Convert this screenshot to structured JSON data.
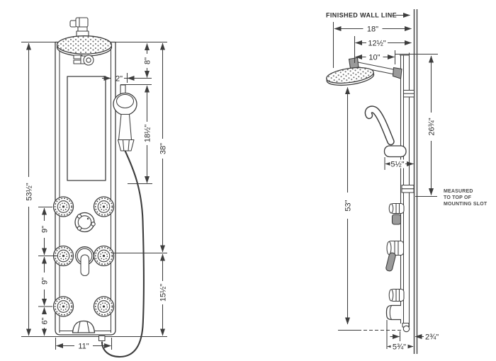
{
  "colors": {
    "line": "#3d3d3d",
    "text": "#2b2b2b",
    "shade": "#9a9a9a",
    "background": "#ffffff"
  },
  "front_view": {
    "dims": {
      "overall_height": "53½\"",
      "jet_gap_upper": "9\"",
      "jet_gap_lower": "9\"",
      "jet_bottom_offset": "6\"",
      "panel_width": "11\"",
      "handshower_offset": "2\"",
      "top_to_handshower": "8\"",
      "handshower_to_hose": "18½\"",
      "top_to_valve": "38\"",
      "valve_to_bottom": "15½\""
    }
  },
  "side_view": {
    "wall_line_label": "FINISHED WALL LINE",
    "mounting_note_lines": [
      "MEASURED",
      "TO TOP OF",
      "MOUNTING SLOT"
    ],
    "dims": {
      "showerhead_reach": "18\"",
      "showerhead_center_reach": "12½\"",
      "arm_reach": "10\"",
      "holder_reach": "5½\"",
      "top_to_mounting_slot": "26¾\"",
      "showerhead_height": "53\"",
      "spout_reach": "5¾\"",
      "panel_to_wall": "2¾\""
    }
  }
}
